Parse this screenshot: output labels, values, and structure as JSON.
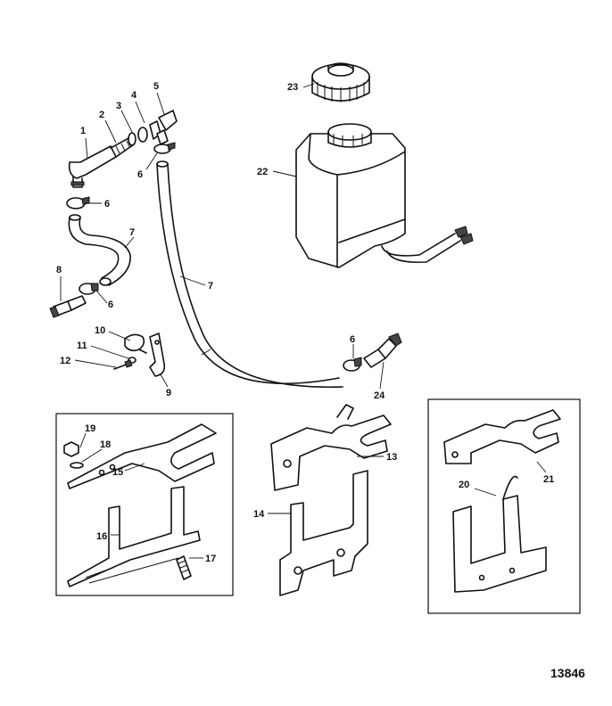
{
  "callouts": {
    "c1": "1",
    "c2": "2",
    "c3": "3",
    "c4": "4",
    "c5": "5",
    "c6a": "6",
    "c6b": "6",
    "c6c": "6",
    "c6d": "6",
    "c7a": "7",
    "c7b": "7",
    "c8": "8",
    "c9": "9",
    "c10": "10",
    "c11": "11",
    "c12": "12",
    "c13": "13",
    "c14": "14",
    "c15": "15",
    "c16": "16",
    "c17": "17",
    "c18": "18",
    "c19": "19",
    "c20": "20",
    "c21": "21",
    "c22": "22",
    "c23": "23",
    "c24": "24"
  },
  "figure_number": "13846"
}
